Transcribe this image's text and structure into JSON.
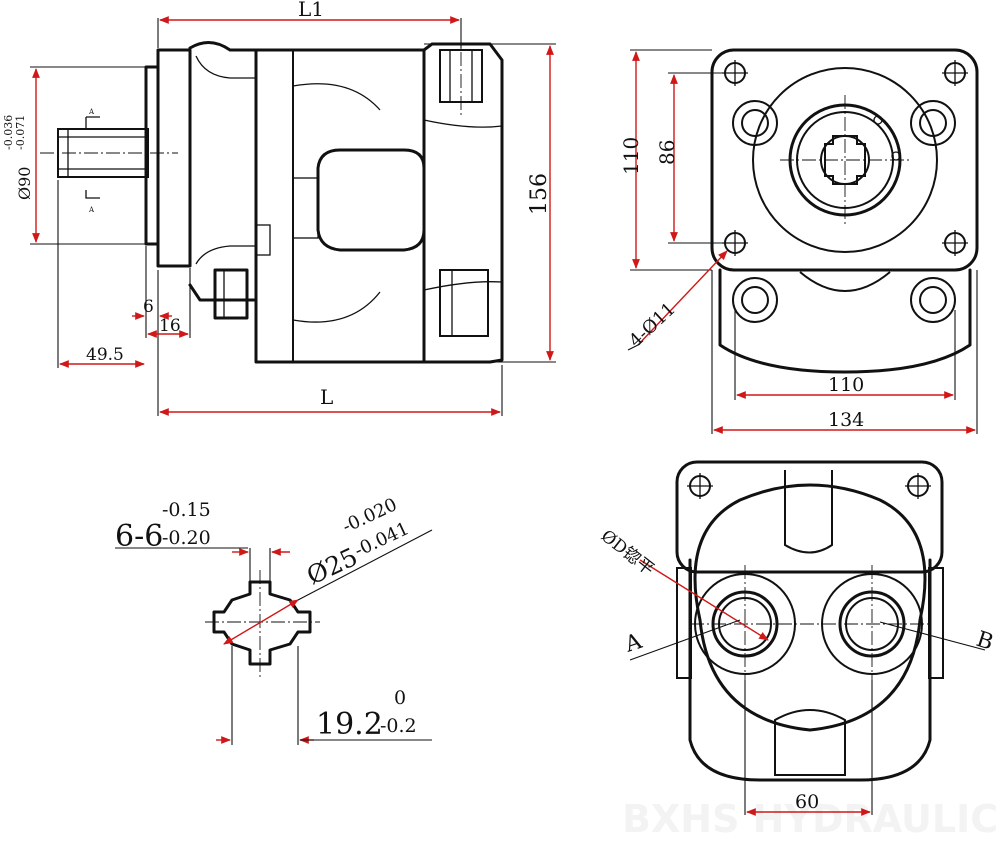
{
  "side_view": {
    "dims": {
      "l1": "L1",
      "l": "L",
      "height": "156",
      "flange_dia": "Ø90",
      "flange_tol_upper": "-0.036",
      "flange_tol_lower": "-0.071",
      "d6": "6",
      "d16": "16",
      "d49_5": "49.5",
      "section_a": "A"
    }
  },
  "front_view": {
    "dims": {
      "v110": "110",
      "v86": "86",
      "holes": "4-Ø11",
      "h110": "110",
      "h134": "134"
    }
  },
  "spline_detail": {
    "dims": {
      "spline": "6-6",
      "spline_tol_upper": "-0.15",
      "spline_tol_lower": "-0.20",
      "dia": "Ø25",
      "dia_tol_upper": "-0.020",
      "dia_tol_lower": "-0.041",
      "width": "19.2",
      "width_tol_upper": "0",
      "width_tol_lower": "-0.2"
    }
  },
  "rear_view": {
    "dims": {
      "port_note": "ØD锪平",
      "port_a": "A",
      "port_b": "B",
      "spacing": "60"
    }
  },
  "watermark": "BXHS HYDRAULIC"
}
